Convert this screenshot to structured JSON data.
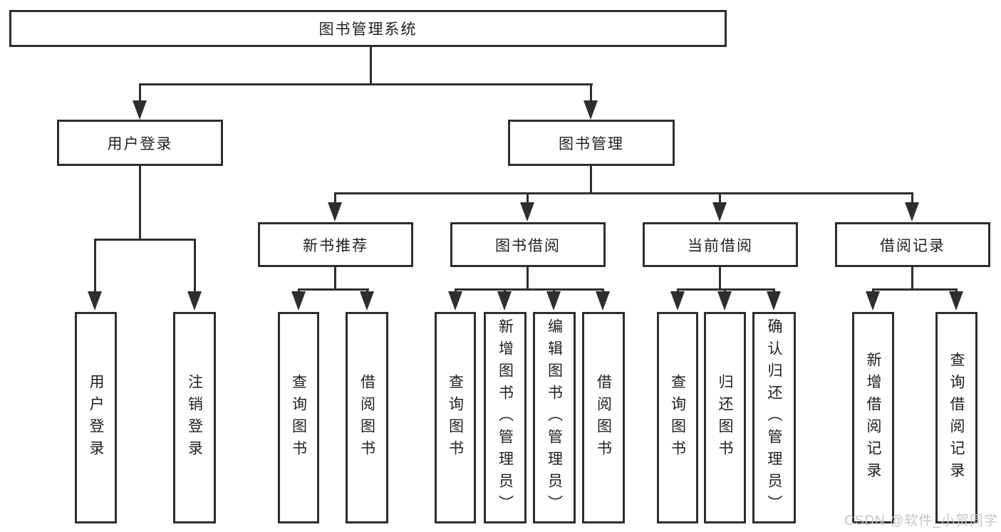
{
  "diagram": {
    "root": {
      "label": "图书管理系统"
    },
    "branches": [
      {
        "label": "用户登录",
        "children": [
          {
            "label": "用户登录"
          },
          {
            "label": "注销登录"
          }
        ]
      },
      {
        "label": "图书管理",
        "children": [
          {
            "label": "新书推荐",
            "children": [
              {
                "label": "查询图书"
              },
              {
                "label": "借阅图书"
              }
            ]
          },
          {
            "label": "图书借阅",
            "children": [
              {
                "label": "查询图书"
              },
              {
                "label": "新增图书（管理员）"
              },
              {
                "label": "编辑图书（管理员）"
              },
              {
                "label": "借阅图书"
              }
            ]
          },
          {
            "label": "当前借阅",
            "children": [
              {
                "label": "查询图书"
              },
              {
                "label": "归还图书"
              },
              {
                "label": "确认归还（管理员）"
              }
            ]
          },
          {
            "label": "借阅记录",
            "children": [
              {
                "label": "新增借阅记录"
              },
              {
                "label": "查询借阅记录"
              }
            ]
          }
        ]
      }
    ]
  },
  "watermark": {
    "text": "CSDN @软件_小贺同学"
  },
  "colors": {
    "line": "#2e2e2e",
    "text": "#1f1f1f",
    "watermark": "#c4c4c4",
    "background": "#ffffff"
  }
}
